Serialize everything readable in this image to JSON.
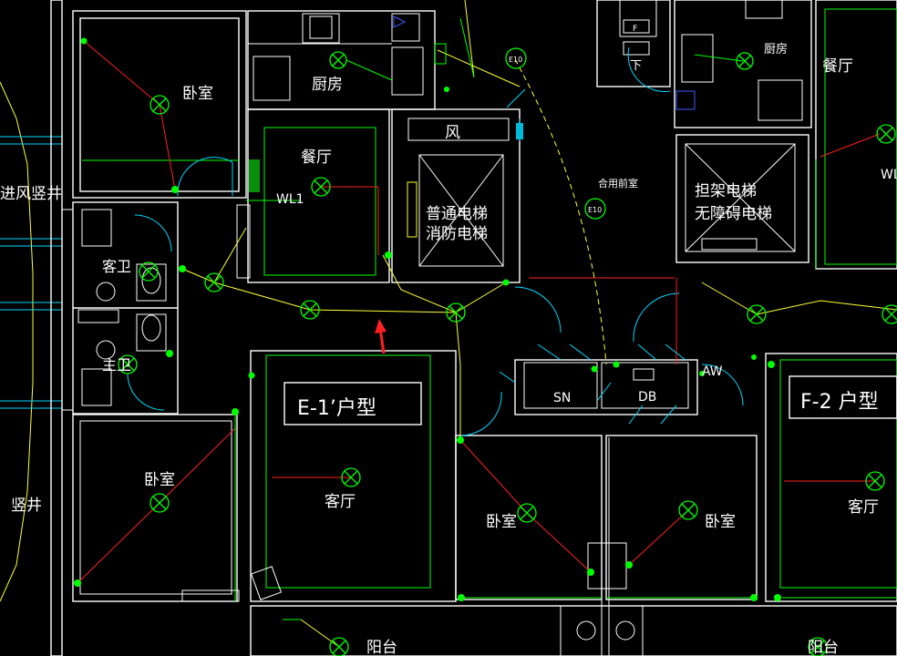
{
  "rooms": {
    "bedroom_tl": "卧室",
    "kitchen_top": "厨房",
    "dining_center": "餐厅",
    "wind_shaft": "风",
    "elevator_normal_1": "普通电梯",
    "elevator_normal_2": "消防电梯",
    "shared_front_room": "合用前室",
    "kitchen_right": "厨房",
    "dining_right": "餐厅",
    "elevator_right_1": "担架电梯",
    "elevator_right_2": "无障碍电梯",
    "guest_wc": "客卫",
    "master_wc": "主卫",
    "fresh_air_shaft": "进风竖井",
    "shaft_left": "竖井",
    "bedroom_ml": "卧室",
    "living_e": "客厅",
    "bedroom_mc": "卧室",
    "bedroom_mr": "卧室",
    "living_f": "客厅",
    "balcony_l": "阳台",
    "balcony_r": "阳台"
  },
  "labels": {
    "wl1": "WL1",
    "wl_right": "WL",
    "e10_top": "E10",
    "e10_mid": "E10",
    "sn": "SN",
    "aw": "AW",
    "db": "DB",
    "down": "下",
    "f": "F"
  },
  "unit_types": {
    "e": "E-1’户型",
    "f": "F-2 户型"
  },
  "colors": {
    "background": "#000000",
    "wall": "#ffffff",
    "wiring": "#00ff00",
    "circuit": "#ff2020",
    "outline": "#ffff33",
    "door": "#00d8ff",
    "marker": "#ff2020"
  }
}
